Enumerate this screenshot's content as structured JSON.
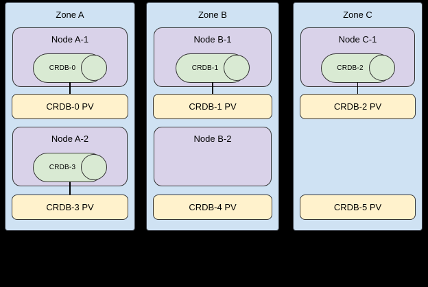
{
  "colors": {
    "background": "#000000",
    "zone_fill": "#cfe2f3",
    "node_fill": "#d9d2e9",
    "cylinder_fill": "#d9ead3",
    "pv_fill": "#fff2cc",
    "stroke": "#333333"
  },
  "zones": [
    {
      "title": "Zone A",
      "nodes": [
        {
          "title": "Node A-1",
          "cylinder": "CRDB-0",
          "connected_pv": "CRDB-0 PV"
        },
        {
          "title": "Node A-2",
          "cylinder": "CRDB-3",
          "connected_pv": "CRDB-3 PV"
        }
      ],
      "pvs": [
        "CRDB-0 PV",
        "CRDB-3 PV"
      ]
    },
    {
      "title": "Zone B",
      "nodes": [
        {
          "title": "Node B-1",
          "cylinder": "CRDB-1",
          "connected_pv": "CRDB-1 PV"
        },
        {
          "title": "Node B-2",
          "cylinder": null,
          "connected_pv": null
        }
      ],
      "pvs": [
        "CRDB-1 PV",
        "CRDB-4 PV"
      ]
    },
    {
      "title": "Zone C",
      "nodes": [
        {
          "title": "Node C-1",
          "cylinder": "CRDB-2",
          "connected_pv": "CRDB-2 PV"
        }
      ],
      "pvs": [
        "CRDB-2 PV",
        "CRDB-5 PV"
      ]
    }
  ]
}
